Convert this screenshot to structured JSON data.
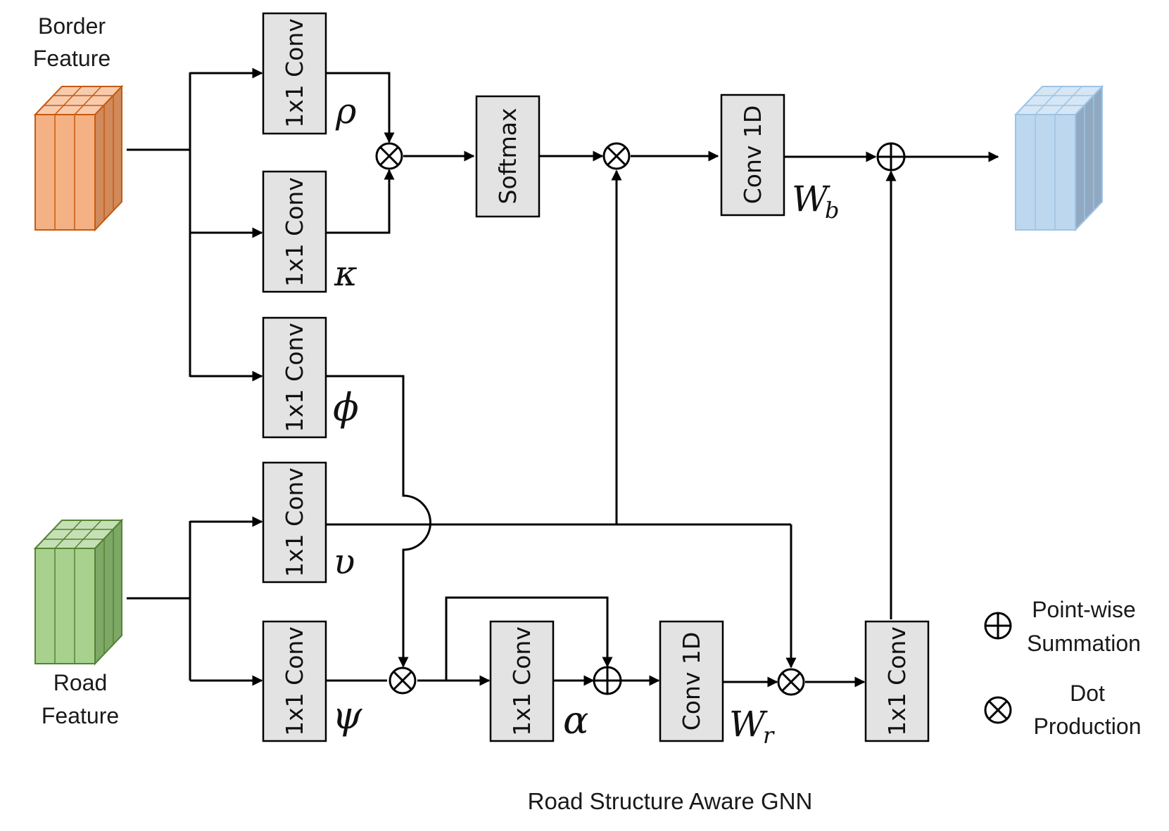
{
  "inputs": {
    "border_title_1": "Border",
    "border_title_2": "Feature",
    "road_title_1": "Road",
    "road_title_2": "Feature",
    "border_color": "#f4b183",
    "road_color": "#a9d18e",
    "output_color": "#bdd7ee"
  },
  "blocks": {
    "conv_rho": "1x1 Conv",
    "conv_kappa": "1x1 Conv",
    "conv_phi": "1x1 Conv",
    "conv_upsilon": "1x1 Conv",
    "conv_psi": "1x1 Conv",
    "conv_alpha": "1x1 Conv",
    "conv_out": "1x1 Conv",
    "softmax": "Softmax",
    "conv1d_b": "Conv 1D",
    "conv1d_r": "Conv 1D"
  },
  "symbols": {
    "rho": "ρ",
    "kappa": "κ",
    "phi": "ϕ",
    "upsilon": "υ",
    "psi": "ψ",
    "alpha": "α",
    "wb_main": "W",
    "wb_sub": "b",
    "wr_main": "W",
    "wr_sub": "r"
  },
  "legend": {
    "sum_line_1": "Point-wise",
    "sum_line_2": "Summation",
    "dot_line_1": "Dot",
    "dot_line_2": "Production"
  },
  "caption": "Road Structure Aware GNN"
}
